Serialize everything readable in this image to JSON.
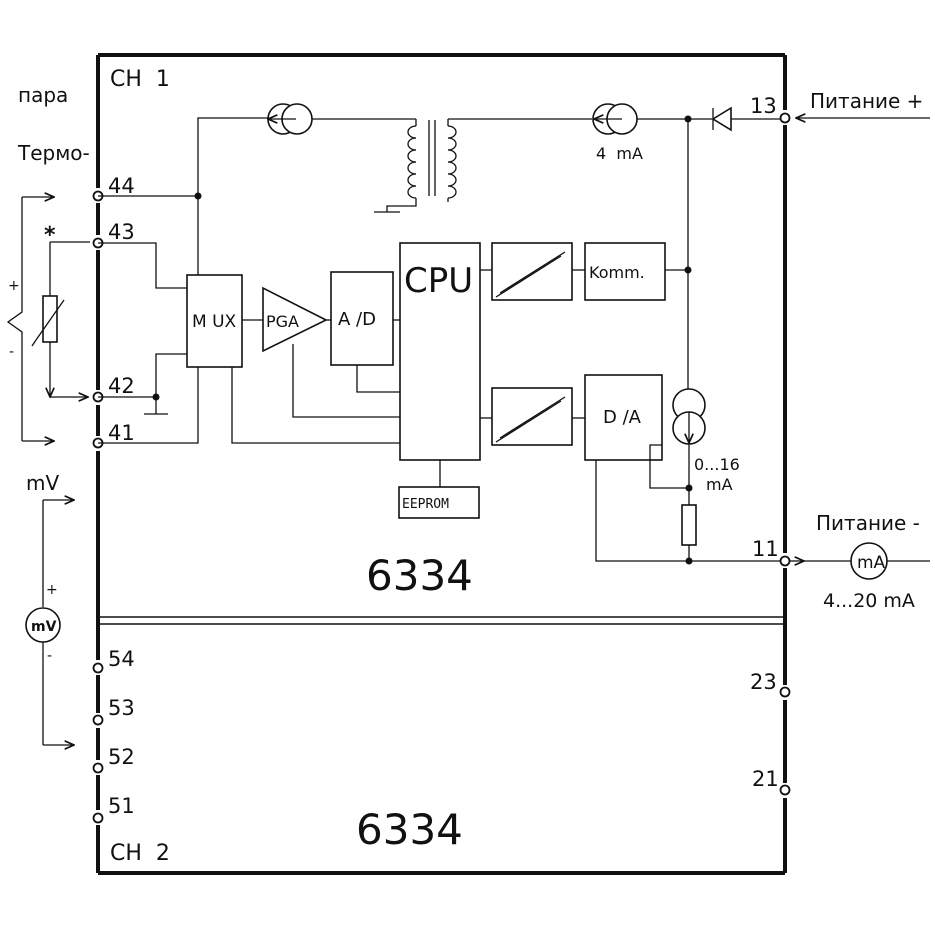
{
  "channel1_label": "CH  1",
  "channel2_label": "CH  2",
  "sensor_labels": {
    "thermocouple_line1": "пара",
    "thermocouple_line2": "Термо-",
    "star": "*",
    "plus": "+",
    "minus": "-",
    "mv": "mV",
    "mv_meter": "mV",
    "mv_plus": "+",
    "mv_minus": "-"
  },
  "terminals": {
    "t44": "44",
    "t43": "43",
    "t42": "42",
    "t41": "41",
    "t54": "54",
    "t53": "53",
    "t52": "52",
    "t51": "51",
    "t13": "13",
    "t11": "11",
    "t23": "23",
    "t21": "21"
  },
  "blocks": {
    "mux": "M UX",
    "pga": "PGA",
    "ad": "A /D",
    "cpu": "CPU",
    "comm": "Komm.",
    "da": "D /A",
    "eeprom": "EEPROM"
  },
  "current_labels": {
    "four_ma": "4  mA",
    "range_0_16_line1": "0...16",
    "range_0_16_line2": "mA"
  },
  "supply": {
    "plus": "Питание +",
    "minus": "Питание -",
    "meter": "mA",
    "range": "4...20 mA"
  },
  "model_upper": "6334",
  "model_lower": "6334"
}
